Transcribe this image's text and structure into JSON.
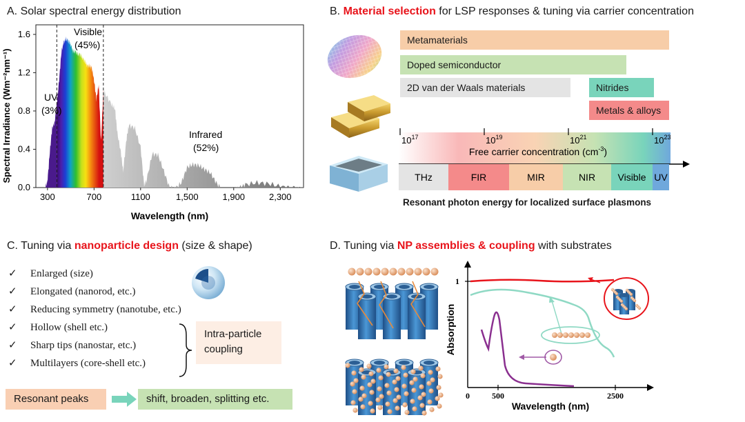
{
  "panel_a": {
    "title": "A. Solar spectral energy distribution",
    "region_uv": "UV",
    "region_uv_pct": "(3%)",
    "region_visible": "Visible",
    "region_visible_pct": "(45%)",
    "region_ir": "Infrared",
    "region_ir_pct": "(52%)"
  },
  "chart_data": {
    "type": "area",
    "title": "",
    "xlabel": "Wavelength (nm)",
    "ylabel": "Spectral Irradiance (Wm⁻²nm⁻¹)",
    "xlim": [
      200,
      2500
    ],
    "ylim": [
      0,
      1.7
    ],
    "x_ticks": [
      "300",
      "700",
      "1100",
      "1,500",
      "1,900",
      "2,300"
    ],
    "x_tick_values": [
      300,
      700,
      1100,
      1500,
      1900,
      2300
    ],
    "y_ticks": [
      "0.0",
      "0.4",
      "0.8",
      "1.2",
      "1.6"
    ],
    "y_tick_values": [
      0,
      0.4,
      0.8,
      1.2,
      1.6
    ],
    "region_boundaries_nm": [
      380,
      780
    ],
    "series": [
      {
        "x": [
          280,
          300,
          320,
          340,
          360,
          380,
          400,
          420,
          440,
          460,
          480,
          500,
          520,
          540,
          560,
          580,
          600,
          620,
          640,
          660,
          680,
          700,
          720,
          740,
          760,
          780,
          800,
          850,
          880,
          900,
          930,
          950,
          980,
          1000,
          1050,
          1100,
          1130,
          1150,
          1200,
          1250,
          1300,
          1350,
          1400,
          1450,
          1500,
          1550,
          1600,
          1650,
          1700,
          1750,
          1800,
          1850,
          1900,
          1950,
          2000,
          2100,
          2200,
          2300,
          2400,
          2500
        ],
        "y": [
          0.02,
          0.1,
          0.4,
          0.65,
          0.7,
          0.9,
          1.15,
          1.45,
          1.55,
          1.58,
          1.56,
          1.52,
          1.45,
          1.45,
          1.42,
          1.42,
          1.38,
          1.35,
          1.3,
          1.3,
          1.28,
          1.15,
          0.95,
          1.1,
          0.5,
          1.05,
          1.0,
          0.9,
          0.85,
          0.6,
          0.4,
          0.2,
          0.55,
          0.68,
          0.65,
          0.45,
          0.05,
          0.1,
          0.38,
          0.37,
          0.2,
          0.02,
          0.02,
          0.08,
          0.24,
          0.27,
          0.26,
          0.22,
          0.18,
          0.08,
          0.0,
          0.0,
          0.0,
          0.02,
          0.06,
          0.08,
          0.07,
          0.04,
          0.02,
          0.01
        ]
      }
    ]
  },
  "panel_b": {
    "title_prefix": "B. ",
    "title_highlight": "Material selection",
    "title_suffix": " for LSP responses & tuning via carrier concentration",
    "bars": [
      {
        "label": "Metamaterials",
        "color": "#f7cda8"
      },
      {
        "label": "Doped semiconductor",
        "color": "#c6e2b3"
      },
      {
        "label": "2D van der Waals materials",
        "color": "#e4e4e4"
      },
      {
        "label": "Nitrides",
        "color": "#79d4bb"
      },
      {
        "label": "Metals & alloys",
        "color": "#f48a8a"
      }
    ],
    "conc_base": "10",
    "conc_exponents": [
      "17",
      "19",
      "21",
      "23"
    ],
    "conc_label": "Free carrier concentration (cm",
    "conc_label_exp": "-3",
    "conc_label_close": ")",
    "bands": [
      {
        "label": "THz",
        "color": "#e4e4e4"
      },
      {
        "label": "FIR",
        "color": "#f48a8a"
      },
      {
        "label": "MIR",
        "color": "#f7cda8"
      },
      {
        "label": "NIR",
        "color": "#c6e2b3"
      },
      {
        "label": "Visible",
        "color": "#79d4bb"
      },
      {
        "label": "UV",
        "color": "#6fa8dc"
      }
    ],
    "caption": "Resonant photon energy for localized surface plasmons"
  },
  "panel_c": {
    "title_prefix": "C. Tuning via ",
    "title_highlight": "nanoparticle design",
    "title_suffix": " (size & shape)",
    "checkmark": "✓",
    "items": [
      "Enlarged (size)",
      "Elongated (nanorod, etc.)",
      "Reducing symmetry (nanotube, etc.)",
      "Hollow (shell etc.)",
      "Sharp tips (nanostar, etc.)",
      "Multilayers (core-shell etc.)"
    ],
    "coupling_line1": "Intra-particle",
    "coupling_line2": "coupling",
    "resonant_peaks": "Resonant peaks",
    "result": "shift, broaden, splitting etc."
  },
  "panel_d": {
    "title_prefix": "D. Tuning via ",
    "title_highlight": "NP assemblies & coupling",
    "title_suffix": " with substrates",
    "ylabel": "Absorption",
    "xlabel": "Wavelength (nm)",
    "y_tick": "1",
    "x_ticks": [
      "0",
      "500",
      "2500"
    ]
  },
  "colors": {
    "highlight_red": "#e8141b",
    "curve_red": "#e8141b",
    "curve_teal": "#8fd9c4",
    "curve_purple": "#8a2f8f",
    "nanoparticle": "#e8a878",
    "tube_blue": "#3d86c6",
    "arrow_teal": "#79d4bb"
  }
}
